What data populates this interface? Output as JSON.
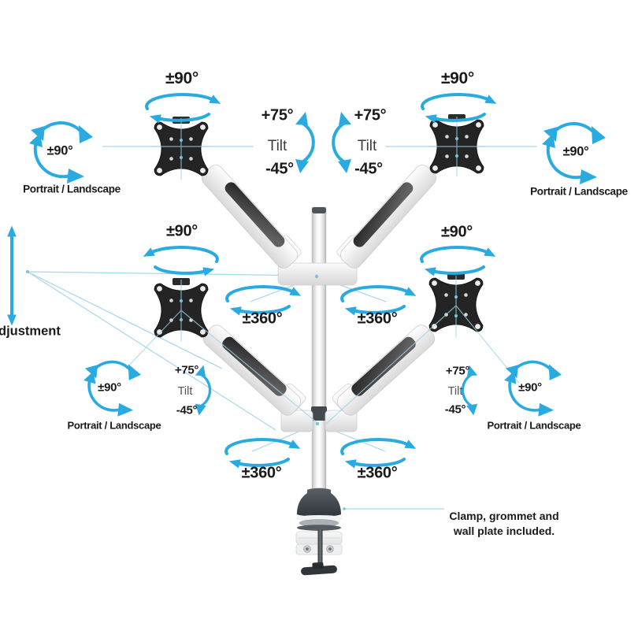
{
  "colors": {
    "arrow_blue": "#29abe2",
    "leader_blue": "#9ed3ea",
    "text_black": "#1a1a1a",
    "tilt_gray": "#3d3d3d",
    "plate_black": "#242424"
  },
  "annotations": {
    "vesa_swivel": {
      "angle": "±90°"
    },
    "arm_rotation": {
      "angle": "±360°"
    },
    "tilt": {
      "up": "+75°",
      "label": "Tilt",
      "down": "-45°"
    },
    "panel_rotation": {
      "angle": "±90°",
      "caption": "Portrait / Landscape"
    },
    "height": {
      "visible_label": "djustment"
    },
    "clamp_note": {
      "line1": "Clamp, grommet and",
      "line2": "wall plate included."
    }
  }
}
